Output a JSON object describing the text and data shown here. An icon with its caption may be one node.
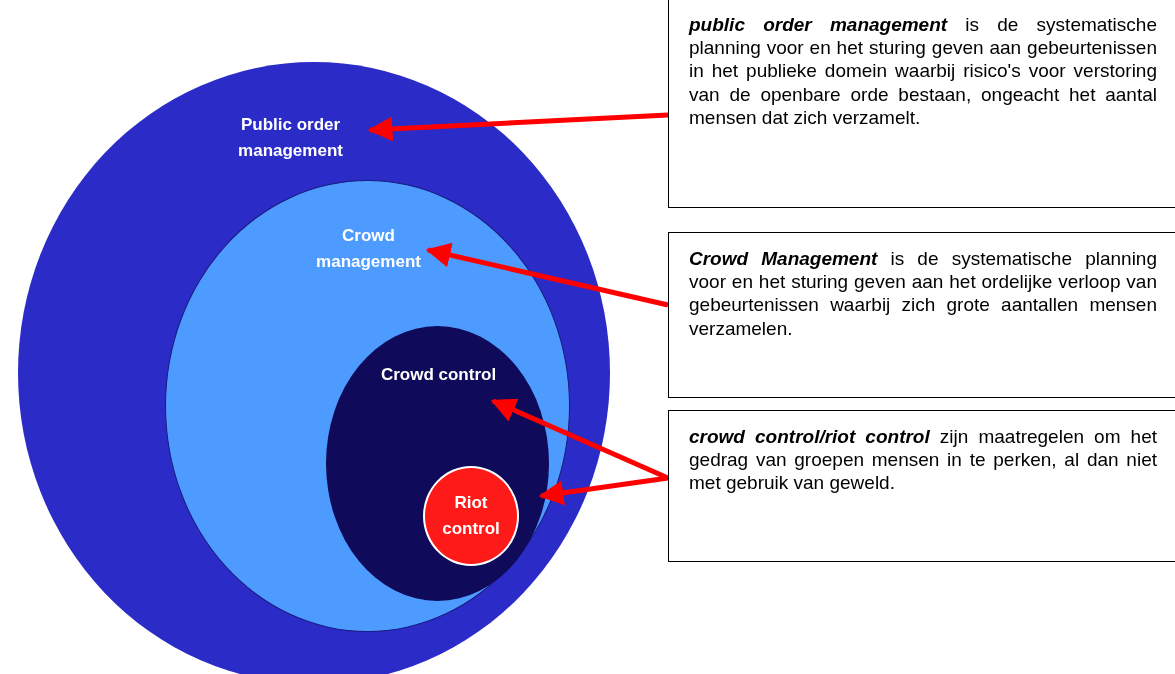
{
  "diagram": {
    "nodes": [
      {
        "text": [
          "Public order management"
        ]
      },
      {
        "text": [
          "Crowd management"
        ],
        "in": 0
      },
      {
        "text": [
          "Crowd control"
        ],
        "in": 1
      },
      {
        "text": [
          "Riot control"
        ],
        "in": 2
      },
      {
        "text": [
          "**public order management** is de systematische planning voor en het sturing geven aan gebeurtenissen in het publieke domein waarbij risico's voor verstoring van de openbare orde bestaan, ongeacht het aantal mensen dat zich verzamelt."
        ]
      },
      {
        "text": [
          "**Crowd Management** is de systematische planning voor en het sturing geven aan het ordelijke verloop van gebeurtenissen waarbij zich grote aantallen mensen verzamelen."
        ]
      },
      {
        "text": [
          "**crowd control/riot control** zijn maatregelen om het gedrag van groepen mensen in te perken, al dan niet met gebruik van geweld."
        ]
      }
    ],
    "edges": [
      {
        "from": 4,
        "to": 0,
        "arrow": "to"
      },
      {
        "from": 5,
        "to": 1,
        "arrow": "to"
      },
      {
        "from": 6,
        "to": 2,
        "arrow": "to"
      },
      {
        "from": 6,
        "to": 3,
        "arrow": "to"
      }
    ]
  }
}
